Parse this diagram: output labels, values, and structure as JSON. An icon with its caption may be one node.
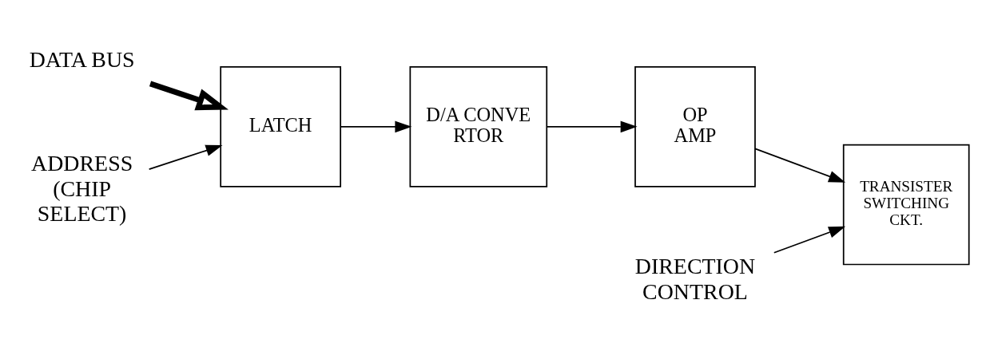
{
  "diagram": {
    "nodes": [
      {
        "text": [
          "DATA BUS"
        ]
      },
      {
        "text": [
          "LATCH"
        ]
      },
      {
        "text": [
          "D/A CONVE RTOR"
        ]
      },
      {
        "text": [
          "OP AMP"
        ]
      },
      {
        "text": [
          "TRANSISTER SWITCHING CKT."
        ]
      },
      {
        "text": [
          "ADDRESS (CHIP SELECT)"
        ]
      },
      {
        "text": [
          "DIRECTION CONTROL"
        ]
      }
    ],
    "edges": [
      {
        "from": 0,
        "to": 1,
        "arrow": "to",
        "style": "thick"
      },
      {
        "from": 1,
        "to": 2,
        "arrow": "to"
      },
      {
        "from": 2,
        "to": 3,
        "arrow": "to"
      },
      {
        "from": 3,
        "to": 4,
        "arrow": "to"
      },
      {
        "from": 5,
        "to": 1,
        "arrow": "to"
      },
      {
        "from": 6,
        "to": 4,
        "arrow": "to"
      }
    ]
  }
}
